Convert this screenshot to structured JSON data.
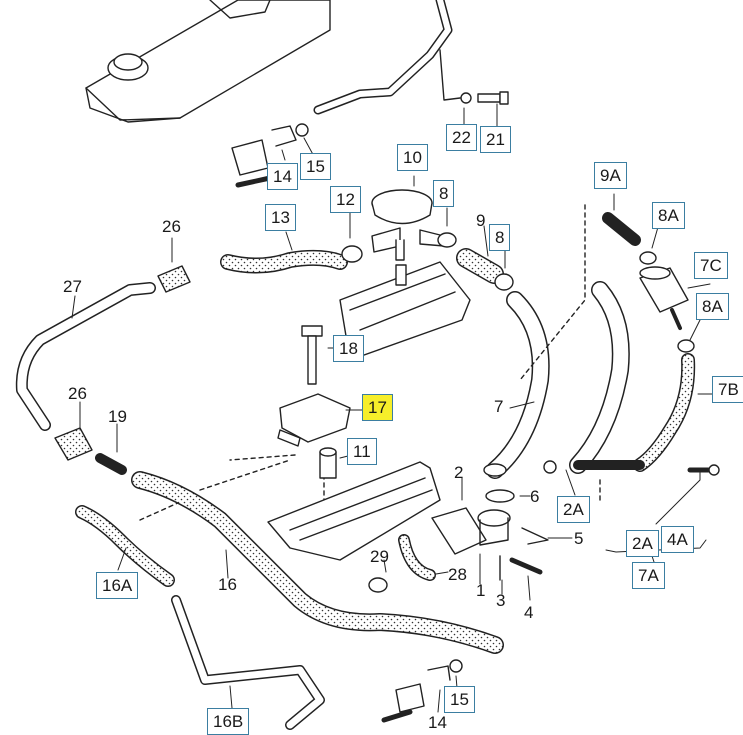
{
  "diagram": {
    "labels": {
      "l22": "22",
      "l21": "21",
      "l15a": "15",
      "l14a": "14",
      "l10": "10",
      "l12": "12",
      "l13": "13",
      "l8a": "8",
      "l9": "9",
      "l8b": "8",
      "l9A": "9A",
      "l8A_a": "8A",
      "l7C": "7C",
      "l8A_b": "8A",
      "l7B": "7B",
      "l26a": "26",
      "l27": "27",
      "l18": "18",
      "l17": "17",
      "l26b": "26",
      "l19": "19",
      "l11": "11",
      "l7": "7",
      "l2": "2",
      "l6": "6",
      "l2A_a": "2A",
      "l5": "5",
      "l2A_b": "2A",
      "l4A": "4A",
      "l7A": "7A",
      "l16A": "16A",
      "l16": "16",
      "l29": "29",
      "l28": "28",
      "l1": "1",
      "l3": "3",
      "l4": "4",
      "l16B": "16B",
      "l14b": "14",
      "l15b": "15"
    },
    "colors": {
      "line": "#222222",
      "box_border": "#3b7ea1",
      "highlight": "#f6ee2a",
      "hose_fill": "#ffffff"
    }
  }
}
